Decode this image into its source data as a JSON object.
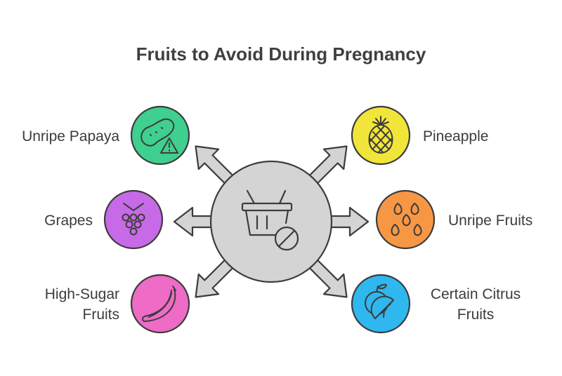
{
  "title": "Fruits to Avoid During Pregnancy",
  "center": {
    "icon": "basket-no-icon"
  },
  "items": [
    {
      "label": "Unripe Papaya",
      "icon": "papaya-warning-icon",
      "color": "#3fcf8e"
    },
    {
      "label": "Grapes",
      "icon": "grapes-icon",
      "color": "#c76ae8"
    },
    {
      "label": "High-Sugar Fruits",
      "line1": "High-Sugar",
      "line2": "Fruits",
      "icon": "banana-icon",
      "color": "#ee6bc6"
    },
    {
      "label": "Pineapple",
      "icon": "pineapple-icon",
      "color": "#f2e53a"
    },
    {
      "label": "Unripe Fruits",
      "icon": "seeds-icon",
      "color": "#f79744"
    },
    {
      "label": "Certain Citrus Fruits",
      "line1": "Certain Citrus",
      "line2": "Fruits",
      "icon": "citrus-icon",
      "color": "#2fb7ef"
    }
  ]
}
